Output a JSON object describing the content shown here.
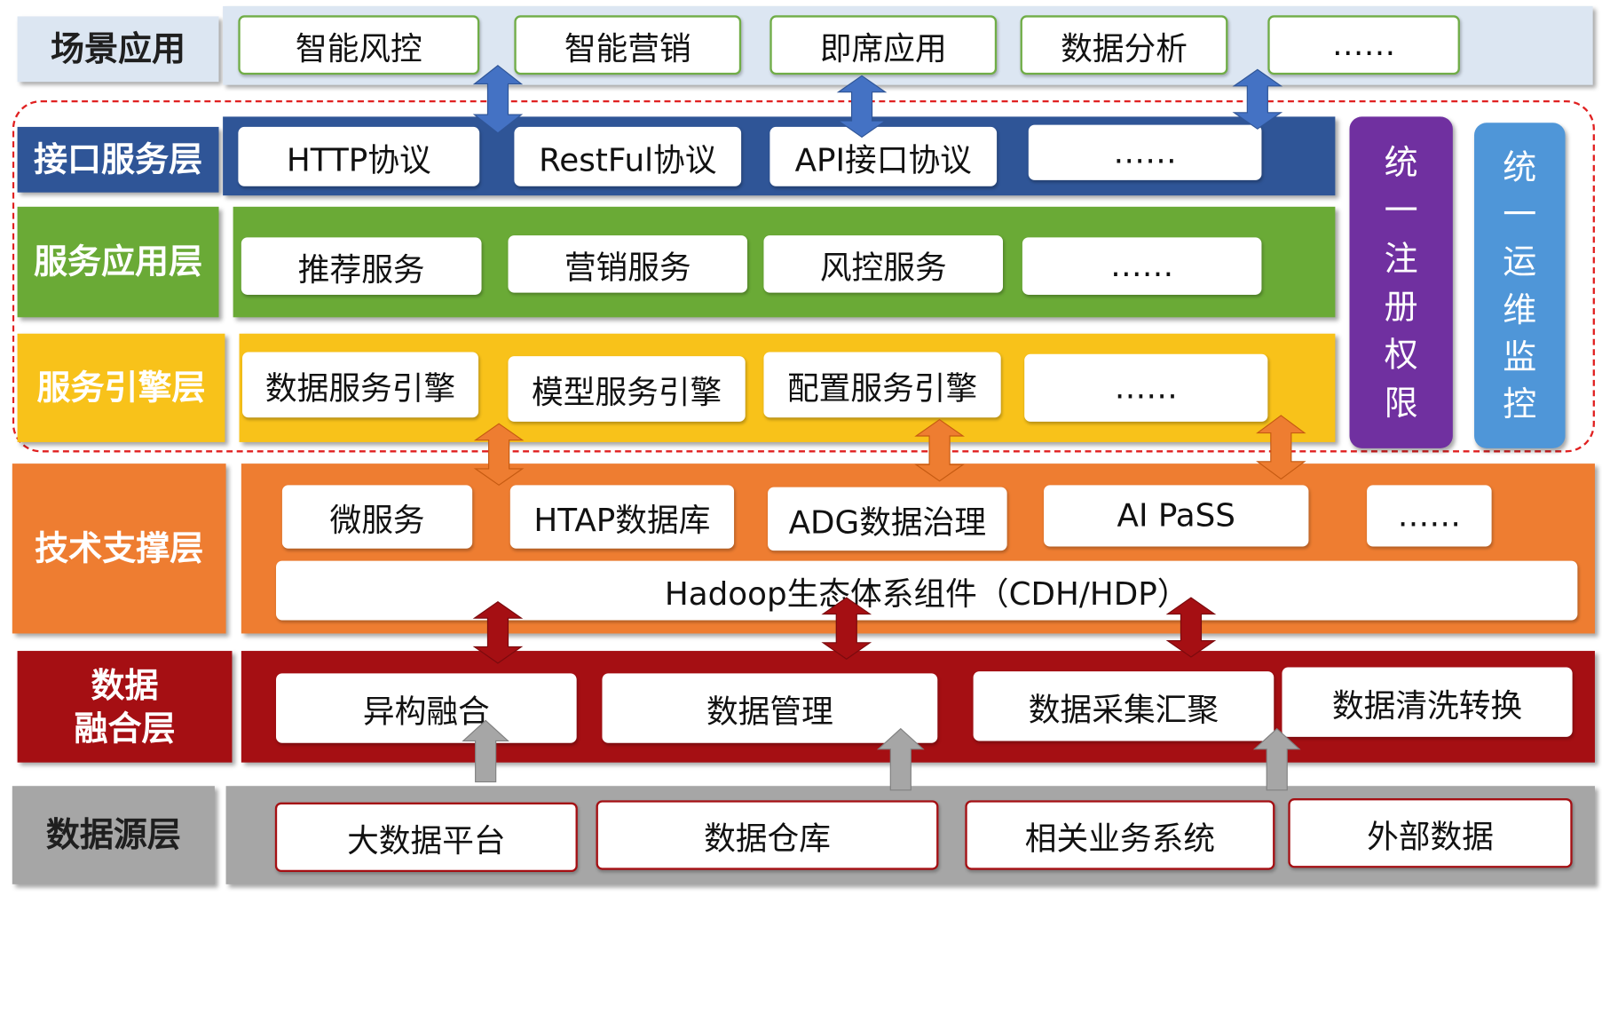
{
  "layers": {
    "scene": {
      "label": "场景应用",
      "items": [
        "智能风控",
        "智能营销",
        "即席应用",
        "数据分析",
        "……"
      ]
    },
    "api": {
      "label": "接口服务层",
      "items": [
        "HTTP协议",
        "RestFul协议",
        "API接口协议",
        "……"
      ]
    },
    "app": {
      "label": "服务应用层",
      "items": [
        "推荐服务",
        "营销服务",
        "风控服务",
        "……"
      ]
    },
    "engine": {
      "label": "服务引擎层",
      "items": [
        "数据服务引擎",
        "模型服务引擎",
        "配置服务引擎",
        "……"
      ]
    },
    "tech": {
      "label": "技术支撑层",
      "items": [
        "微服务",
        "HTAP数据库",
        "ADG数据治理",
        "AI PaSS",
        "……"
      ],
      "base": "Hadoop生态体系组件（CDH/HDP）"
    },
    "fusion": {
      "label_line1": "数据",
      "label_line2": "融合层",
      "items": [
        "异构融合",
        "数据管理",
        "数据采集汇聚",
        "数据清洗转换"
      ]
    },
    "source": {
      "label": "数据源层",
      "items": [
        "大数据平台",
        "数据仓库",
        "相关业务系统",
        "外部数据"
      ]
    }
  },
  "side": {
    "auth": [
      "统",
      "一",
      "注",
      "册",
      "权",
      "限"
    ],
    "ops": [
      "统",
      "一",
      "运",
      "维",
      "监",
      "控"
    ]
  },
  "colors": {
    "scene": "#dce6f2",
    "api": "#2f5597",
    "app": "#6aaa36",
    "engine": "#f8c21a",
    "tech": "#ee7d31",
    "fusion": "#a50f13",
    "source": "#a6a6a6",
    "auth": "#7030a0",
    "ops": "#4f96d8",
    "dashed": "#e02020"
  }
}
